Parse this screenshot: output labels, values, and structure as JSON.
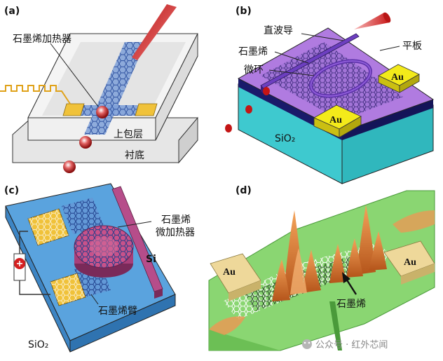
{
  "panels": {
    "a": {
      "tag": "(a)",
      "heater_label": "石墨烯加热器",
      "upper_cladding_label": "上包层",
      "substrate_label": "衬底"
    },
    "b": {
      "tag": "(b)",
      "waveguide_label": "直波导",
      "graphene_label": "石墨烯",
      "slab_label": "平板",
      "microring_label": "微环",
      "au_top_label": "Au",
      "au_bottom_label": "Au",
      "substrate_label": "SiO₂"
    },
    "c": {
      "tag": "(c)",
      "microheater_label_line1": "石墨烯",
      "microheater_label_line2": "微加热器",
      "si_label": "Si",
      "arm_label": "石墨烯臂",
      "substrate_label": "SiO₂"
    },
    "d": {
      "tag": "(d)",
      "au_left_label": "Au",
      "au_right_label": "Au",
      "graphene_label": "石墨烯"
    }
  },
  "watermark": "公众号 · 红外芯闻",
  "colors": {
    "graphene": "#3a5fb0",
    "gold_pad": "#e8b92a",
    "slab_purple": "#b07be0",
    "sio2_cyan": "#3ec9cf",
    "panel_c_blue": "#5aa3de",
    "ring_pink": "#c8528a",
    "panel_d_green": "#8ad672",
    "heat_orange": "#e58a3a",
    "laser_red": "#d42020"
  }
}
